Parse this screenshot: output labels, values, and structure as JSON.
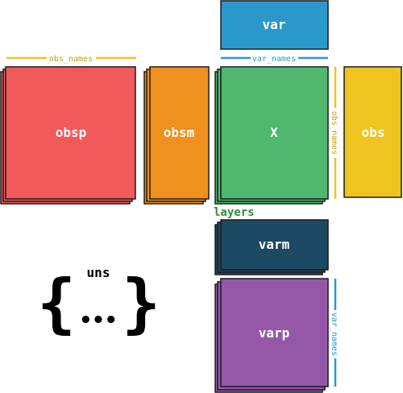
{
  "colors": {
    "obsp": "#f05a5a",
    "obsm": "#f0901e",
    "X": "#50b86e",
    "obs": "#f0c41e",
    "var": "#2a98c8",
    "varm": "#1b4a62",
    "varp": "#9558a8",
    "layers_text": "#2e8b3e",
    "obs_names_line": "#f0c41e",
    "var_names_line": "#2a98c8",
    "outline": "#1a1a1a"
  },
  "blocks": {
    "var": "var",
    "obsp": "obsp",
    "obsm": "obsm",
    "X": "X",
    "obs": "obs",
    "varm": "varm",
    "varp": "varp"
  },
  "labels": {
    "obs_names_top": "obs_names",
    "var_names_top": "var_names",
    "obs_names_side": "obs_names",
    "var_names_side": "var_names",
    "layers": "layers",
    "uns": "uns",
    "uns_open_brace": "{",
    "uns_close_brace": "}",
    "uns_dots": "•••"
  }
}
